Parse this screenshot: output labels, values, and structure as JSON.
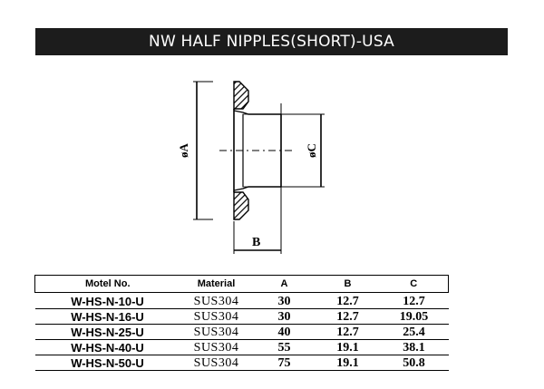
{
  "title": "NW HALF NIPPLES(SHORT)-USA",
  "drawing": {
    "dim_a_label": "øA",
    "dim_b_label": "B",
    "dim_c_label": "øC"
  },
  "table": {
    "headers": [
      "Motel No.",
      "Material",
      "A",
      "B",
      "C"
    ],
    "rows": [
      [
        "W-HS-N-10-U",
        "SUS304",
        "30",
        "12.7",
        "12.7"
      ],
      [
        "W-HS-N-16-U",
        "SUS304",
        "30",
        "12.7",
        "19.05"
      ],
      [
        "W-HS-N-25-U",
        "SUS304",
        "40",
        "12.7",
        "25.4"
      ],
      [
        "W-HS-N-40-U",
        "SUS304",
        "55",
        "19.1",
        "38.1"
      ],
      [
        "W-HS-N-50-U",
        "SUS304",
        "75",
        "19.1",
        "50.8"
      ]
    ]
  }
}
